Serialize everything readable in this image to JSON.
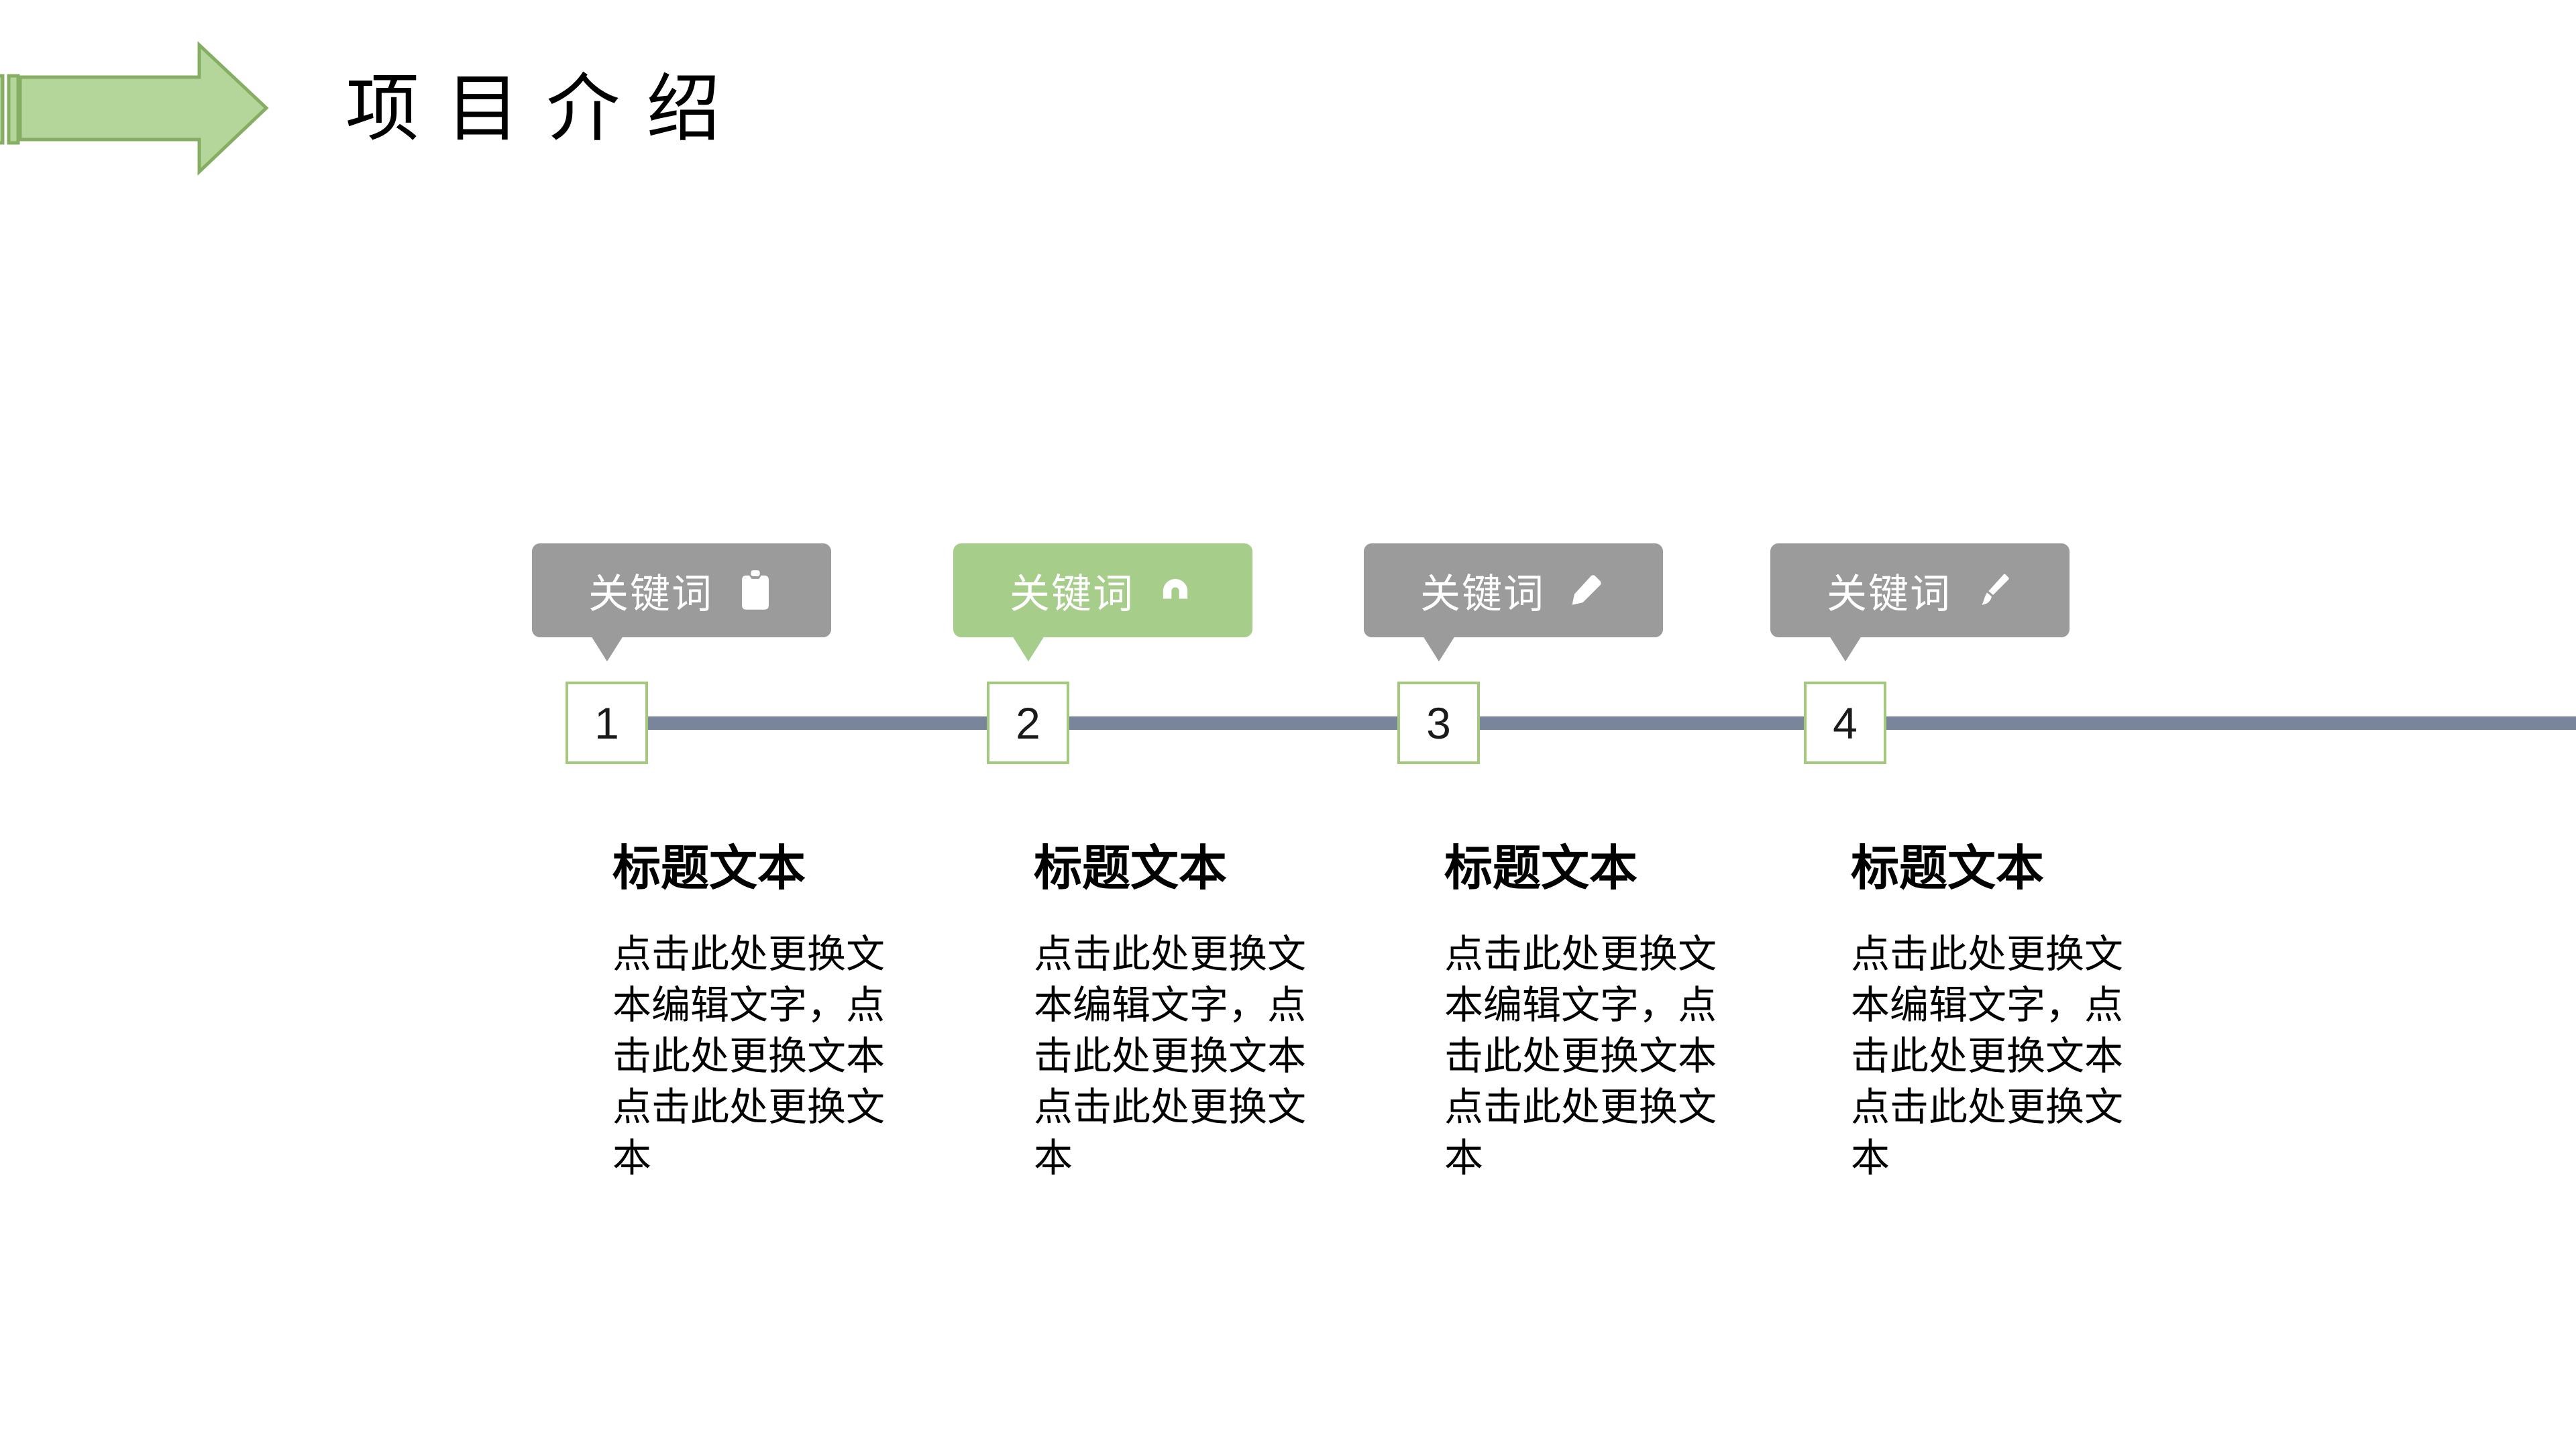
{
  "header": {
    "title": "项目介绍",
    "arrow_icon": "arrow-right-icon"
  },
  "colors": {
    "badge_gray": "#9b9b9b",
    "badge_green": "#a7cd8a",
    "node_border_green": "#a3c87e",
    "timeline_line": "#78859a",
    "arrow_fill": "#b5d69b",
    "arrow_stroke": "#85ae63",
    "badge_text": "#ffffff",
    "body_text": "#000000"
  },
  "timeline": {
    "items": [
      {
        "number": "1",
        "keyword": "关键词",
        "icon": "clipboard-icon",
        "variant": "gray",
        "heading": "标题文本",
        "body": "点击此处更换文\n本编辑文字，点\n击此处更换文本\n点击此处更换文\n本"
      },
      {
        "number": "2",
        "keyword": "关键词",
        "icon": "magnet-icon",
        "variant": "green",
        "heading": "标题文本",
        "body": "点击此处更换文\n本编辑文字，点\n击此处更换文本\n点击此处更换文\n本"
      },
      {
        "number": "3",
        "keyword": "关键词",
        "icon": "pencil-icon",
        "variant": "gray",
        "heading": "标题文本",
        "body": "点击此处更换文\n本编辑文字，点\n击此处更换文本\n点击此处更换文\n本"
      },
      {
        "number": "4",
        "keyword": "关键词",
        "icon": "paintbrush-icon",
        "variant": "gray",
        "heading": "标题文本",
        "body": "点击此处更换文\n本编辑文字，点\n击此处更换文本\n点击此处更换文\n本"
      }
    ]
  }
}
